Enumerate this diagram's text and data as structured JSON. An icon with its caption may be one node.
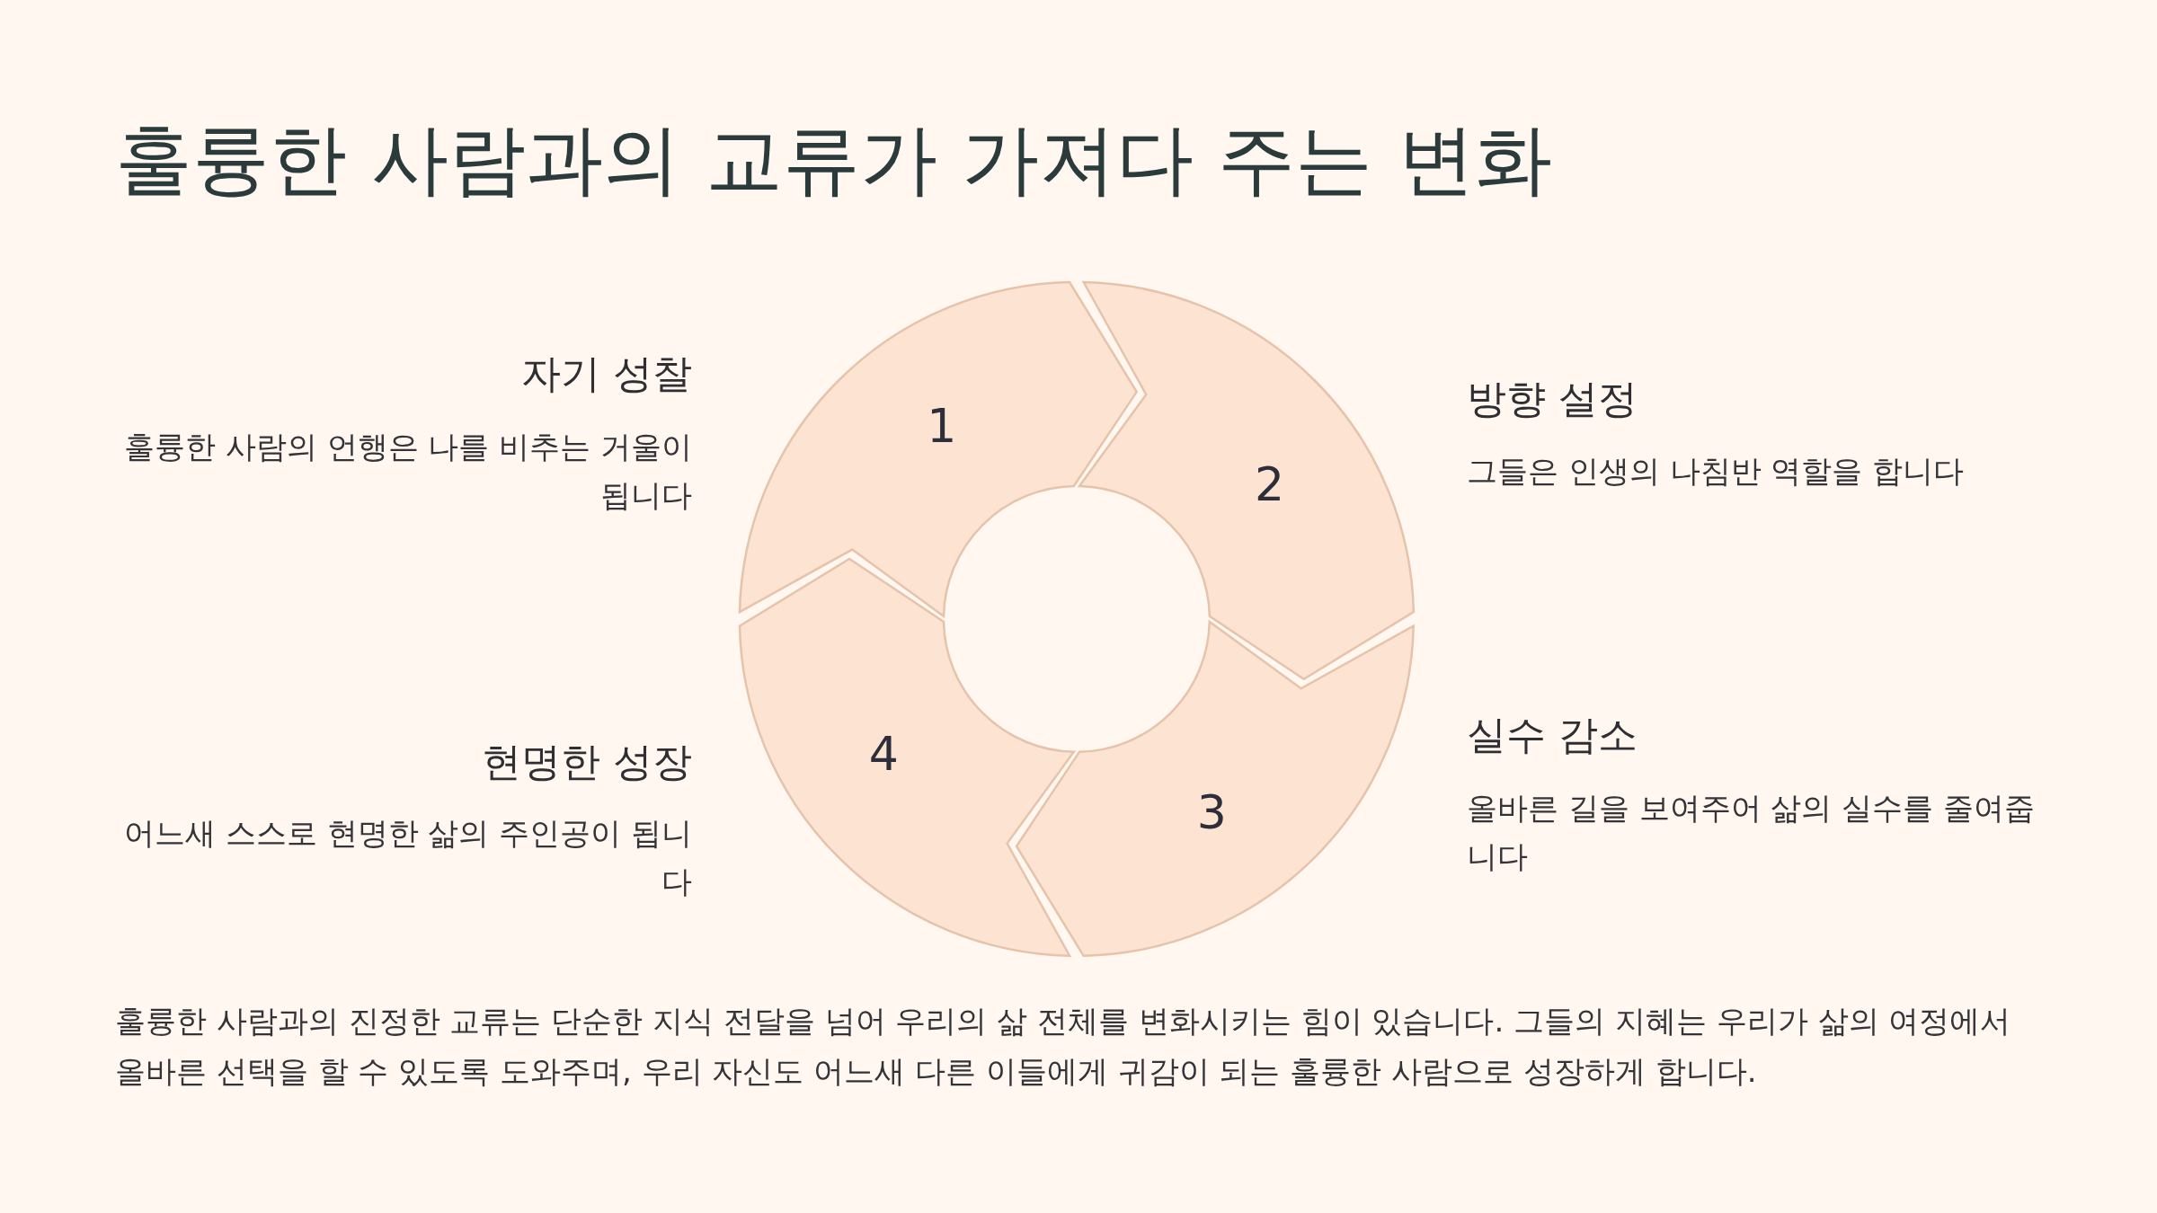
{
  "diagram": {
    "title": "훌륭한 사람과의 교류가 가져다 주는 변화",
    "nodes": [
      {
        "text": [
          "1"
        ],
        "beside": [
          "자기 성찰",
          "훌륭한 사람의 언행은 나를 비추는 거울이 됩니다"
        ]
      },
      {
        "text": [
          "2"
        ],
        "beside": [
          "방향 설정",
          "그들은 인생의 나침반 역할을 합니다"
        ]
      },
      {
        "text": [
          "3"
        ],
        "beside": [
          "실수 감소",
          "올바른 길을 보여주어 삶의 실수를 줄여줍니다"
        ]
      },
      {
        "text": [
          "4"
        ],
        "beside": [
          "현명한 성장",
          "어느새 스스로 현명한 삶의 주인공이 됩니다"
        ]
      }
    ],
    "caption": "훌륭한 사람과의 진정한 교류는 단순한 지식 전달을 넘어 우리의 삶 전체를 변화시키는 힘이 있습니다. 그들의 지혜는 우리가 삶의 여정에서 올바른 선택을 할 수 있도록 도와주며, 우리 자신도 어느새 다른 이들에게 귀감이 되는 훌륭한 사람으로 성장하게 합니다."
  }
}
